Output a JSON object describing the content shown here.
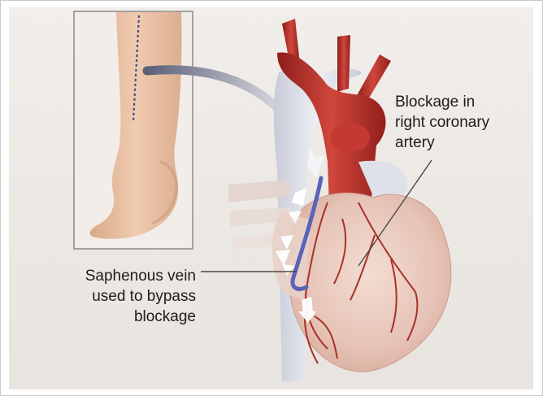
{
  "labels": {
    "blockage": [
      "Blockage in",
      "right coronary",
      "artery"
    ],
    "saphenous": [
      "Saphenous vein",
      "used to bypass",
      "blockage"
    ]
  },
  "colors": {
    "artery_red": "#b8302a",
    "heart_tissue": "#e7c7bb",
    "vein_blue": "#5a63b8",
    "vessel_pale": "#d9dbe4",
    "skin": "#e9bfa2",
    "leader_line": "#4a4a4a"
  }
}
